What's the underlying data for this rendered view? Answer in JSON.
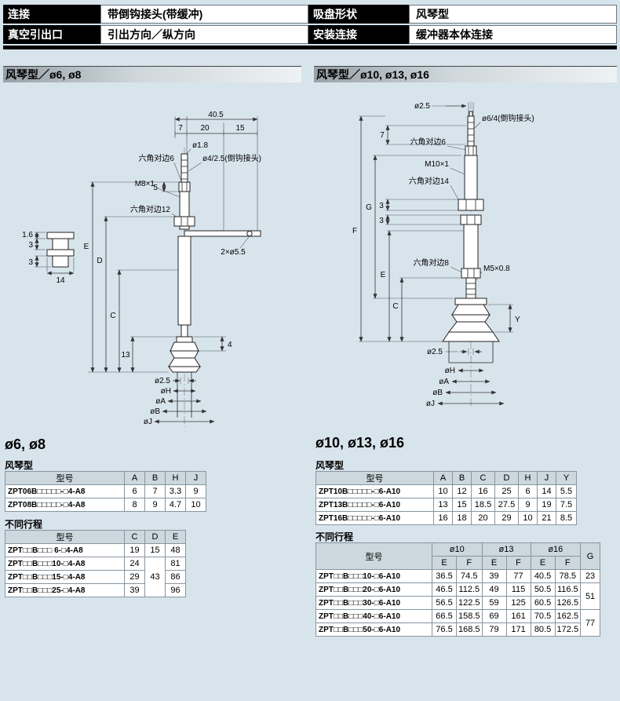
{
  "colors": {
    "page_bg": "#d8e4ec",
    "band_bg": "#000000",
    "table_header_bg": "#ccd7de"
  },
  "top_header": {
    "cells": [
      {
        "label": "连接",
        "value": "带倒钩接头(带缓冲)"
      },
      {
        "label": "吸盘形状",
        "value": "风琴型"
      },
      {
        "label": "真空引出口",
        "value": "引出方向／纵方向"
      },
      {
        "label": "安装连接",
        "value": "缓冲器本体连接"
      }
    ]
  },
  "left": {
    "section_title": "风琴型／ø6, ø8",
    "subtitle": "ø6, ø8",
    "table1_title": "风琴型",
    "table1": {
      "headers": [
        "型号",
        "A",
        "B",
        "H",
        "J"
      ],
      "rows": [
        {
          "model": "ZPT06B□□□□□-□4-A8",
          "values": [
            "6",
            "7",
            "3.3",
            "9"
          ]
        },
        {
          "model": "ZPT08B□□□□□-□4-A8",
          "values": [
            "8",
            "9",
            "4.7",
            "10"
          ]
        }
      ]
    },
    "table2_title": "不同行程",
    "table2": {
      "headers": [
        "型号",
        "C",
        "D",
        "E"
      ],
      "rows": [
        {
          "model": "ZPT□□B□□□ 6-□4-A8",
          "c": "19",
          "d": "15",
          "e": "48"
        },
        {
          "model": "ZPT□□B□□□10-□4-A8",
          "c": "24",
          "d": "43",
          "e": "81"
        },
        {
          "model": "ZPT□□B□□□15-□4-A8",
          "c": "29",
          "e": "86"
        },
        {
          "model": "ZPT□□B□□□25-□4-A8",
          "c": "39",
          "e": "96"
        }
      ]
    }
  },
  "right": {
    "section_title": "风琴型／ø10, ø13, ø16",
    "subtitle": "ø10, ø13, ø16",
    "table1_title": "风琴型",
    "table1": {
      "headers": [
        "型号",
        "A",
        "B",
        "C",
        "D",
        "H",
        "J",
        "Y"
      ],
      "rows": [
        {
          "model": "ZPT10B□□□□□-□6-A10",
          "values": [
            "10",
            "12",
            "16",
            "25",
            "6",
            "14",
            "5.5"
          ]
        },
        {
          "model": "ZPT13B□□□□□-□6-A10",
          "values": [
            "13",
            "15",
            "18.5",
            "27.5",
            "9",
            "19",
            "7.5"
          ]
        },
        {
          "model": "ZPT16B□□□□□-□6-A10",
          "values": [
            "16",
            "18",
            "20",
            "29",
            "10",
            "21",
            "8.5"
          ]
        }
      ]
    },
    "table2_title": "不同行程",
    "table2": {
      "col_model": "型号",
      "col_groups": [
        "ø10",
        "ø13",
        "ø16"
      ],
      "col_g": "G",
      "sub_headers": [
        "E",
        "F",
        "E",
        "F",
        "E",
        "F"
      ],
      "rows": [
        {
          "model": "ZPT□□B□□□10-□6-A10",
          "values": [
            "36.5",
            "74.5",
            "39",
            "77",
            "40.5",
            "78.5"
          ],
          "g": "23"
        },
        {
          "model": "ZPT□□B□□□20-□6-A10",
          "values": [
            "46.5",
            "112.5",
            "49",
            "115",
            "50.5",
            "116.5"
          ],
          "g": "51"
        },
        {
          "model": "ZPT□□B□□□30-□6-A10",
          "values": [
            "56.5",
            "122.5",
            "59",
            "125",
            "60.5",
            "126.5"
          ]
        },
        {
          "model": "ZPT□□B□□□40-□6-A10",
          "values": [
            "66.5",
            "158.5",
            "69",
            "161",
            "70.5",
            "162.5"
          ],
          "g": "77"
        },
        {
          "model": "ZPT□□B□□□50-□6-A10",
          "values": [
            "76.5",
            "168.5",
            "79",
            "171",
            "80.5",
            "172.5"
          ]
        }
      ]
    }
  },
  "drawing_left": {
    "labels": {
      "total": "40.5",
      "seg7": "7",
      "seg20": "20",
      "seg15": "15",
      "dia18": "ø1.8",
      "hex6": "六角对边6",
      "barb": "ø4/2.5(倒钩接头)",
      "dim5": "5",
      "thread": "M8×1",
      "hex12": "六角对边12",
      "holes": "2×ø5.5",
      "dimE": "E",
      "dimD": "D",
      "dimC": "C",
      "dim13": "13",
      "dim4": "4",
      "det16": "1.6",
      "det3a": "3",
      "det3b": "3",
      "det14": "14",
      "dia25": "ø2.5",
      "diaH": "øH",
      "diaA": "øA",
      "diaB": "øB",
      "diaJ": "øJ"
    }
  },
  "drawing_right": {
    "labels": {
      "dia25top": "ø2.5",
      "barb": "ø6/4(倒钩接头)",
      "hex6": "六角对边6",
      "thread1": "M10×1",
      "hex14": "六角对边14",
      "hex8": "六角对边8",
      "thread2": "M5×0.8",
      "dim7": "7",
      "dim3a": "3",
      "dim3b": "3",
      "dimF": "F",
      "dimG": "G",
      "dimE": "E",
      "dimC": "C",
      "dimY": "Y",
      "dia25": "ø2.5",
      "diaH": "øH",
      "diaA": "øA",
      "diaB": "øB",
      "diaJ": "øJ"
    }
  }
}
